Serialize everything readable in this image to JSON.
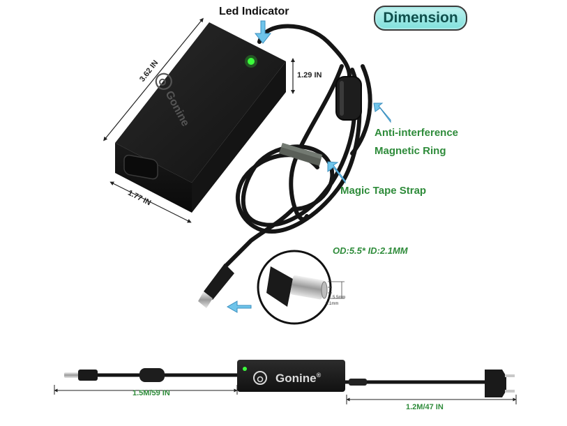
{
  "badge": {
    "label": "Dimension"
  },
  "labels": {
    "led_indicator": "Led Indicator",
    "anti_interference_line1": "Anti-interference",
    "anti_interference_line2": "Magnetic Ring",
    "magic_tape_strap": "Magic Tape Strap",
    "plug_spec": "OD:5.5* ID:2.1MM"
  },
  "dimensions": {
    "length": "3.62 IN",
    "height": "1.29 IN",
    "width": "1.77 IN",
    "dc_cable_length": "1.5M/59 IN",
    "ac_cable_length": "1.2M/47 IN",
    "plug_outer": "5.5mm",
    "plug_inner": "2.1mm"
  },
  "brand": {
    "name": "Gonine",
    "mark": "®"
  },
  "colors": {
    "label_green": "#2e8b3a",
    "badge_fill": "#9ee8e4",
    "led": "#3cff3c",
    "adapter_body": "#1b1b1b",
    "arrow_blue": "#6fc4ea"
  }
}
